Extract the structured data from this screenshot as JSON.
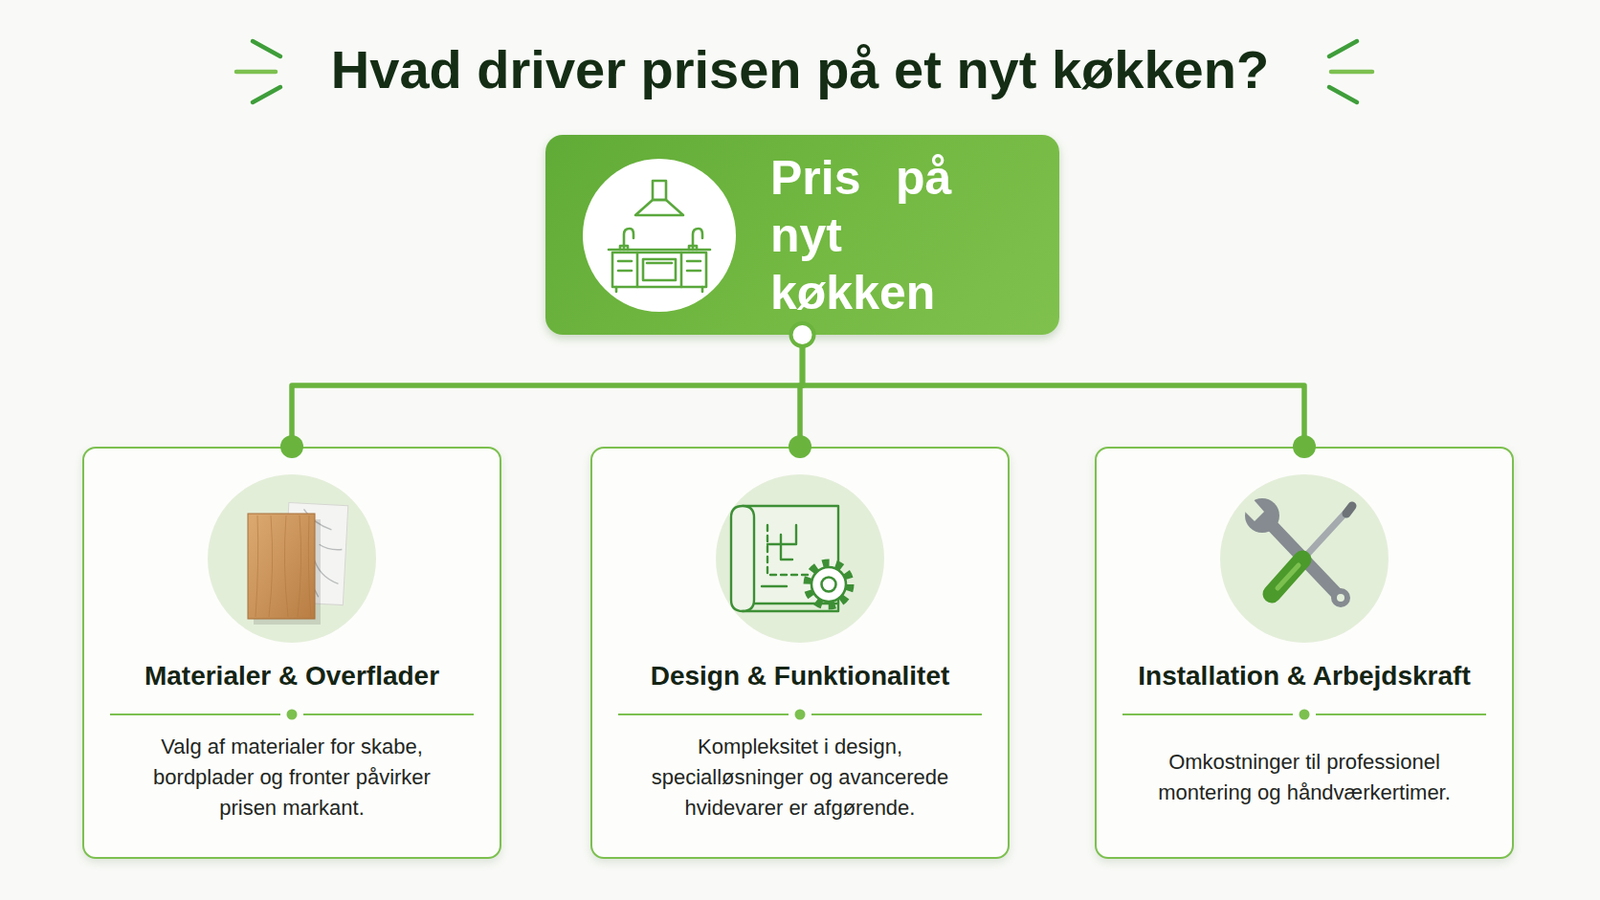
{
  "diagram": {
    "title": "Hvad driver prisen på et nyt køkken?",
    "nodes": [
      {
        "text": [
          "Pris på nyt køkken"
        ]
      },
      {
        "text": [
          "Materialer & Overflader",
          "Valg af materialer for skabe, bordplader og fronter påvirker prisen markant."
        ]
      },
      {
        "text": [
          "Design & Funktionalitet",
          "Kompleksitet i design, specialløsninger og avancerede hvidevarer er afgørende."
        ]
      },
      {
        "text": [
          "Installation & Arbejdskraft",
          "Omkostninger til professionel montering og håndværkertimer."
        ]
      }
    ],
    "edges": [
      {
        "from": 0,
        "to": 1,
        "arrow": "none"
      },
      {
        "from": 0,
        "to": 2,
        "arrow": "none"
      },
      {
        "from": 0,
        "to": 3,
        "arrow": "none"
      }
    ]
  }
}
